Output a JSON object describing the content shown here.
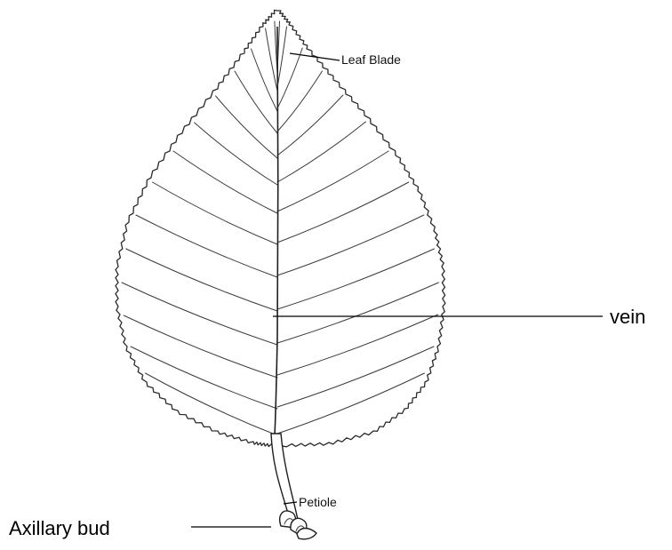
{
  "labels": {
    "leaf_blade": "Leaf Blade",
    "vein": "vein",
    "petiole": "Petiole",
    "axillary_bud": "Axillary bud"
  },
  "colors": {
    "line": "#1e1e1e",
    "background": "#ffffff"
  }
}
